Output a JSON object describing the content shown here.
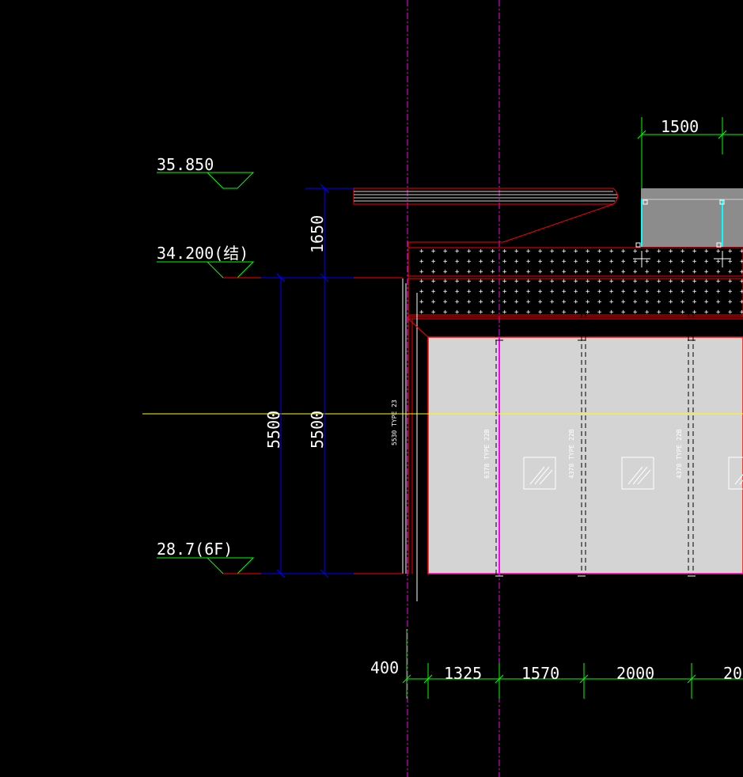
{
  "colors": {
    "background": "#000000",
    "dimension_blue": "#0000ff",
    "dimension_green": "#00ff00",
    "outline_red": "#ff0000",
    "centerline_magenta": "#ff00ff",
    "axis_yellow": "#ffff00",
    "panel_fill": "#d4d4d4",
    "dark_panel_fill": "#8c8c8c",
    "cyan": "#00ffff",
    "text_white": "#ffffff"
  },
  "elevations": [
    {
      "label": "35.850"
    },
    {
      "label": "34.200(结)"
    },
    {
      "label": "28.7(6F)"
    }
  ],
  "vertical_dims": {
    "top": "1650",
    "left_height": "5500",
    "right_height": "5500"
  },
  "top_dim": "1500",
  "bottom_dims": [
    "400",
    "1325",
    "1570",
    "2000",
    "20"
  ],
  "panel_labels": {
    "p0": "5530 TYPE 23",
    "p1": "6378 TYPE 22B",
    "p2": "4378 TYPE 22B",
    "p3": "4378 TYPE 22B"
  },
  "icons": {
    "elevation_marker": "triangle-level-icon",
    "window": "window-hatch-icon",
    "vertex": "vertex-grip-icon"
  }
}
